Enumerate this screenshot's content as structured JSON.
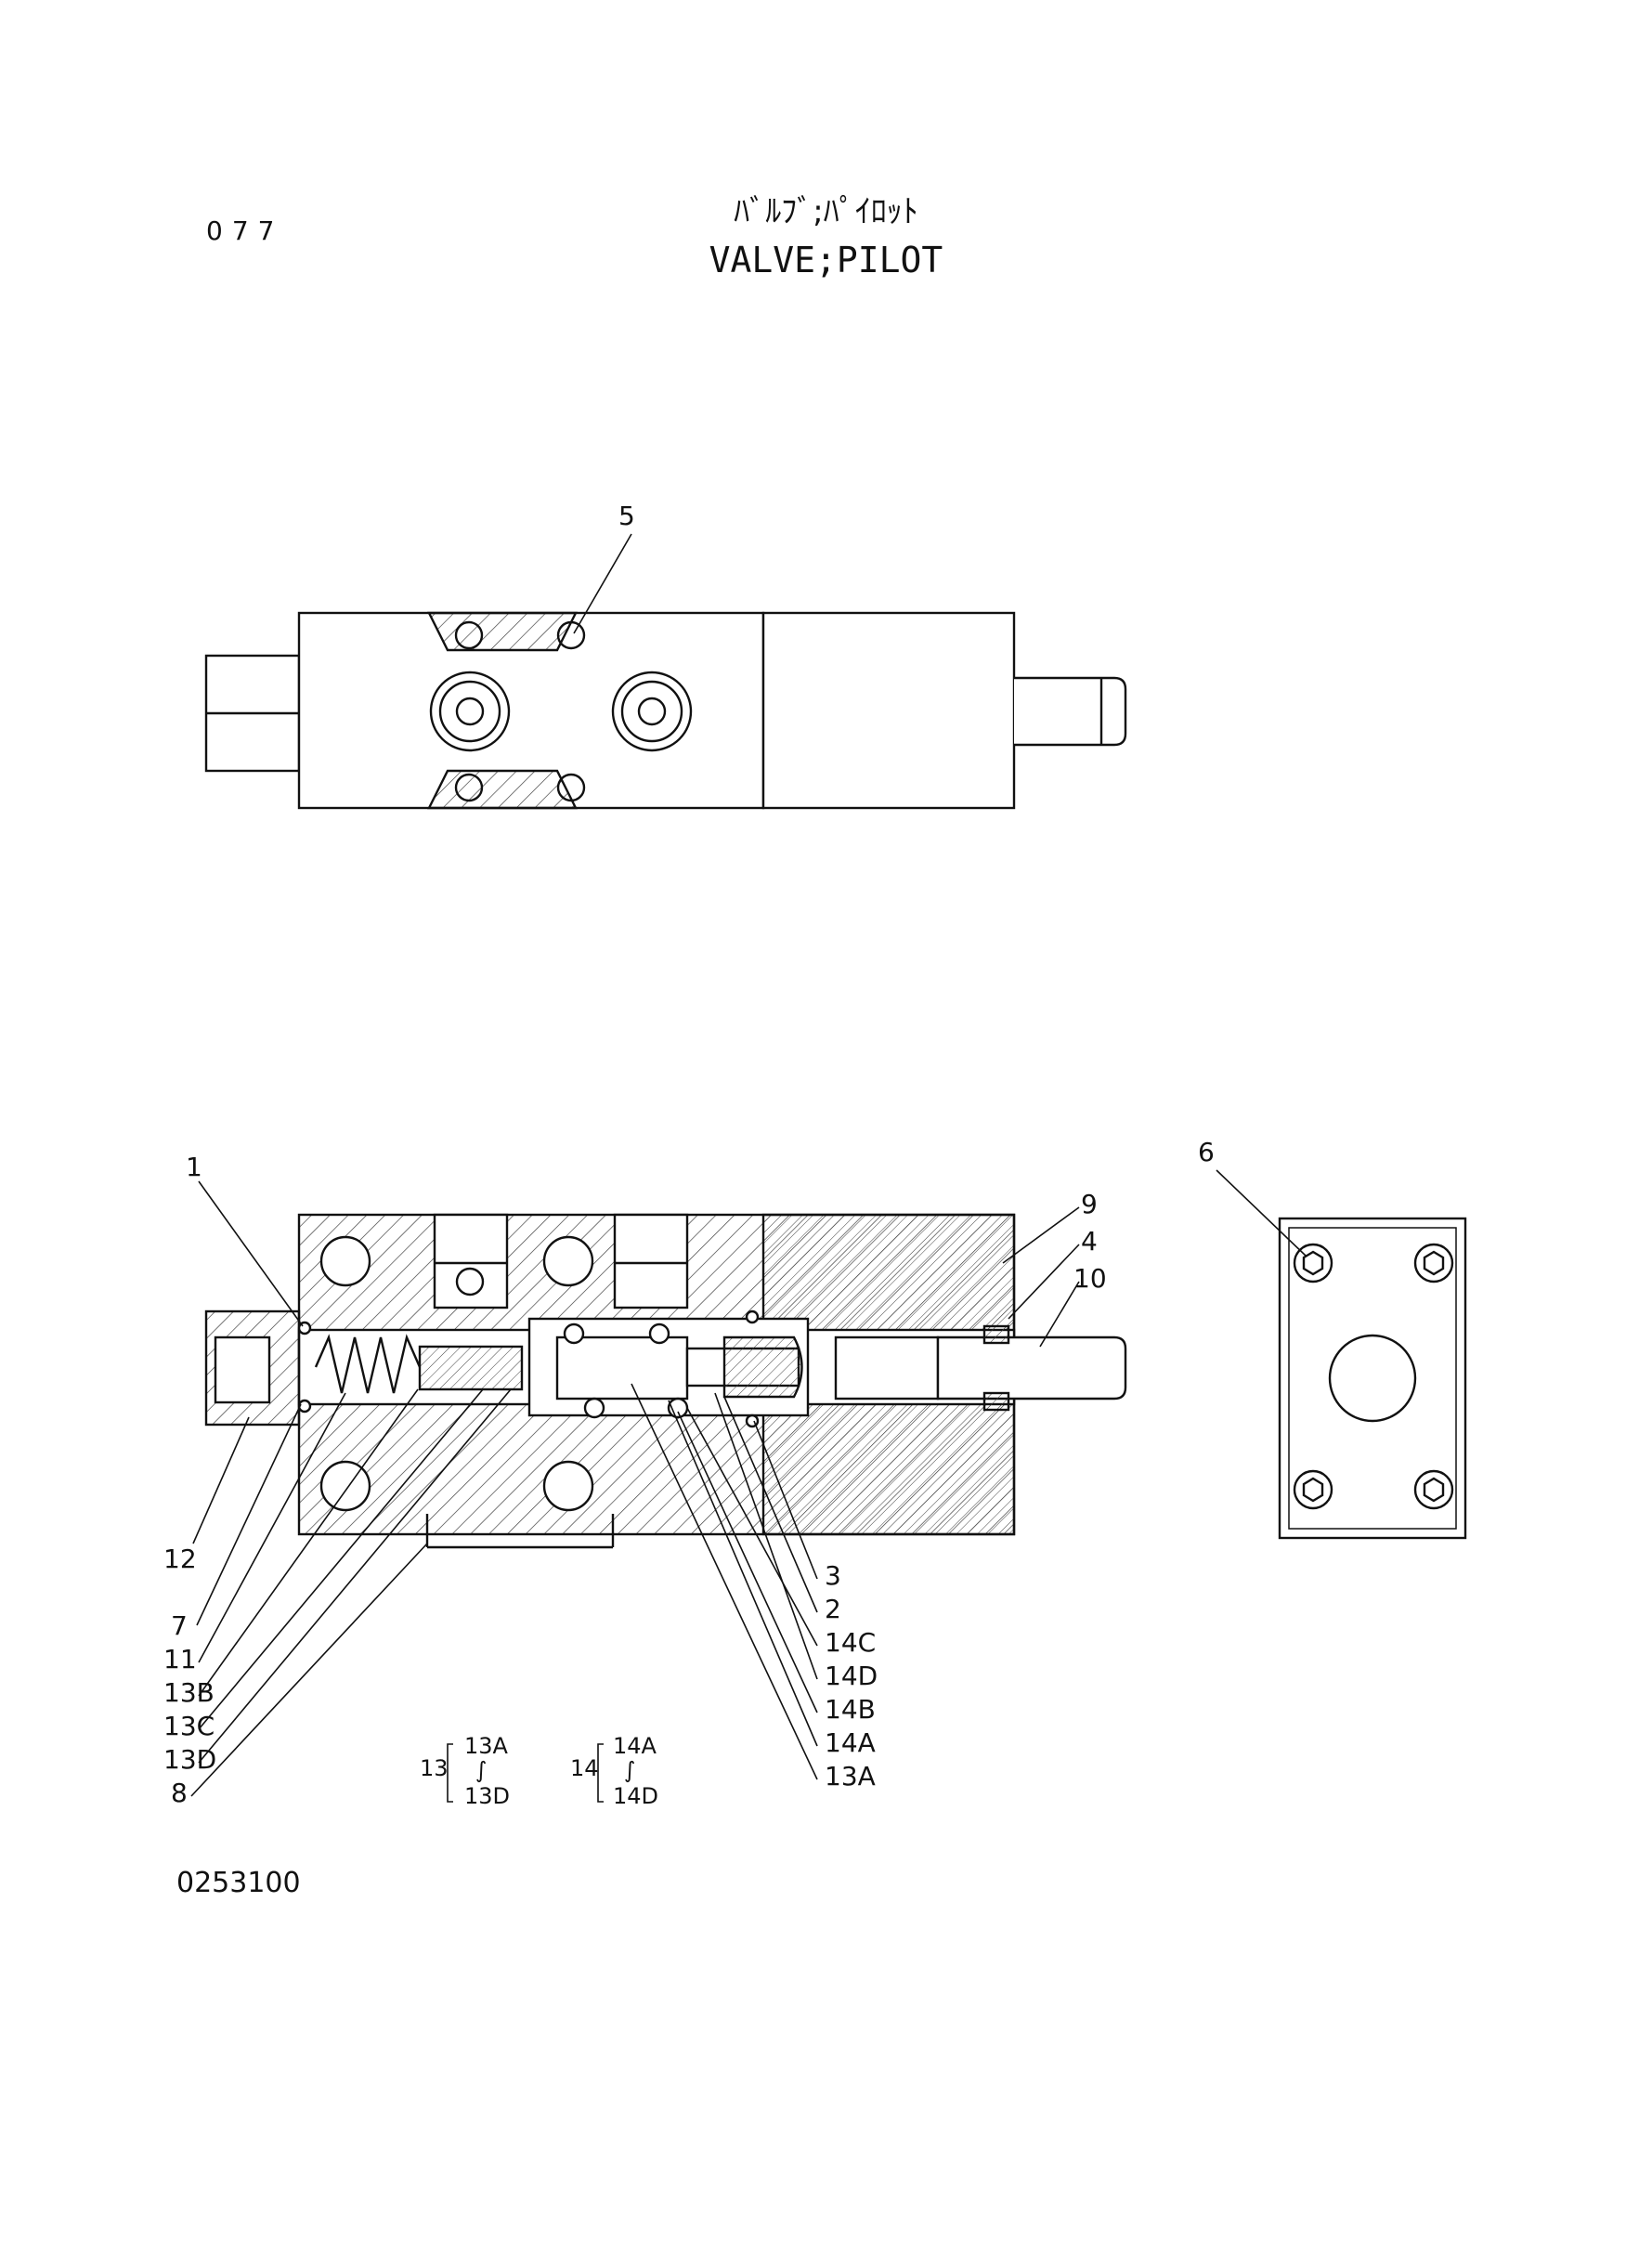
{
  "header": {
    "page_number": "077",
    "title_jp": "ﾊﾞﾙﾌﾞ;ﾊﾟｲﾛｯﾄ",
    "title_en": "VALVE;PILOT"
  },
  "footer": {
    "drawing_number": "0253100"
  },
  "callouts": {
    "top_view": [
      "5"
    ],
    "section_left": [
      "1",
      "12",
      "7",
      "11",
      "13B",
      "13C",
      "13D",
      "8"
    ],
    "section_right": [
      "9",
      "4",
      "10",
      "3",
      "2",
      "14C",
      "14D",
      "14B",
      "14A",
      "13A"
    ],
    "end_view": [
      "6"
    ]
  },
  "legend": {
    "group13": {
      "id": "13",
      "from": "13A",
      "to": "13D"
    },
    "group14": {
      "id": "14",
      "from": "14A",
      "to": "14D"
    },
    "range_mark": "∫"
  }
}
